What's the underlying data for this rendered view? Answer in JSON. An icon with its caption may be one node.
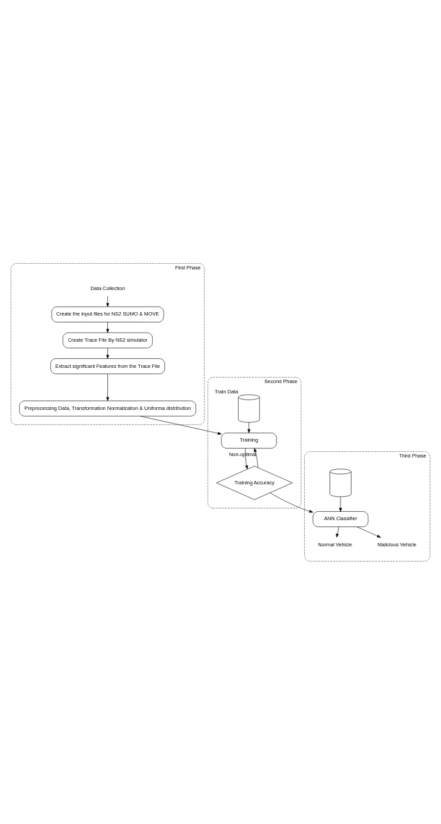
{
  "diagram": {
    "nodes": [
      {
        "text": [
          "First Phase"
        ]
      },
      {
        "text": [
          "Data Collection"
        ],
        "in": 0
      },
      {
        "text": [
          "Create the input files for NS2 SUMO & MOVE"
        ],
        "in": 0
      },
      {
        "text": [
          "Create Trace File By NS2 simulator"
        ],
        "in": 0
      },
      {
        "text": [
          "Extract significant Features from the Trace File"
        ],
        "in": 0
      },
      {
        "text": [
          "Preprocessing Data, Transformation Normalization & Uniforma distribution"
        ],
        "in": 0
      },
      {
        "text": [
          "Second Phase"
        ]
      },
      {
        "text": [
          "Train Data"
        ],
        "in": 6
      },
      {
        "text": [
          "Training"
        ],
        "in": 6
      },
      {
        "text": [
          "Training Accuracy"
        ],
        "in": 6
      },
      {
        "text": [
          "Third Phase"
        ]
      },
      {
        "text": [],
        "shape": "cylinder",
        "in": 10
      },
      {
        "text": [
          "ANN Classifier"
        ],
        "in": 10
      },
      {
        "text": [
          "Normal Vehicle"
        ],
        "in": 10
      },
      {
        "text": [
          "Malicious Vehicle"
        ],
        "in": 10
      }
    ],
    "edges": [
      {
        "from": 1,
        "to": 2,
        "arrow": "to"
      },
      {
        "from": 2,
        "to": 3,
        "arrow": "to"
      },
      {
        "from": 3,
        "to": 4,
        "arrow": "to"
      },
      {
        "from": 4,
        "to": 5,
        "arrow": "to"
      },
      {
        "from": 5,
        "to": 8,
        "arrow": "to"
      },
      {
        "from": 7,
        "to": 8,
        "arrow": "to"
      },
      {
        "from": 8,
        "to": 9,
        "arrow": "to"
      },
      {
        "from": 9,
        "to": 8,
        "arrow": "to",
        "label": "Non-optimal"
      },
      {
        "from": 9,
        "to": 12,
        "arrow": "to"
      },
      {
        "from": 11,
        "to": 12,
        "arrow": "to"
      },
      {
        "from": 12,
        "to": 13,
        "arrow": "to"
      },
      {
        "from": 12,
        "to": 14,
        "arrow": "to"
      }
    ]
  }
}
